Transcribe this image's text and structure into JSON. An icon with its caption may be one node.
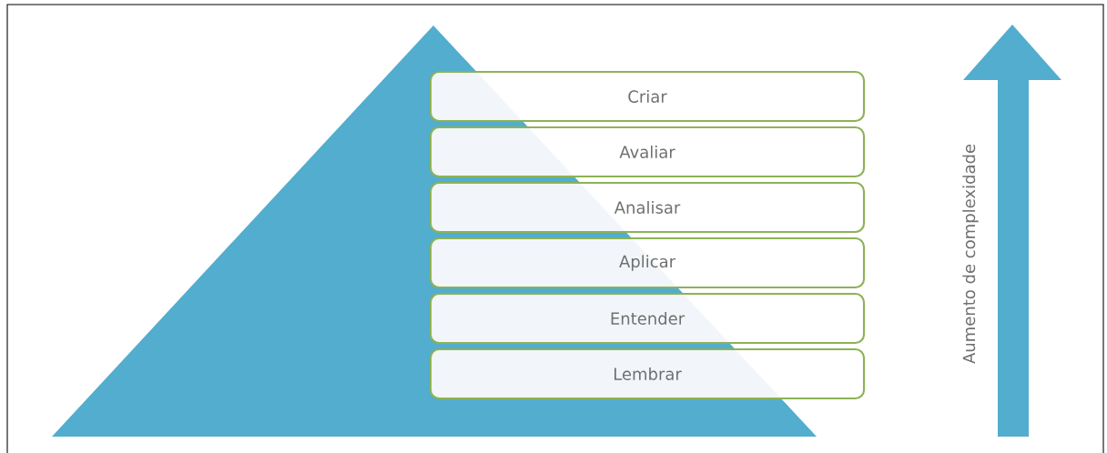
{
  "diagram": {
    "nodes": [
      {
        "text": [
          "Criar"
        ]
      },
      {
        "text": [
          "Avaliar"
        ]
      },
      {
        "text": [
          "Analisar"
        ]
      },
      {
        "text": [
          "Aplicar"
        ]
      },
      {
        "text": [
          "Entender"
        ]
      },
      {
        "text": [
          "Lembrar"
        ]
      }
    ],
    "labels": [
      "Aumento de complexidade"
    ]
  }
}
